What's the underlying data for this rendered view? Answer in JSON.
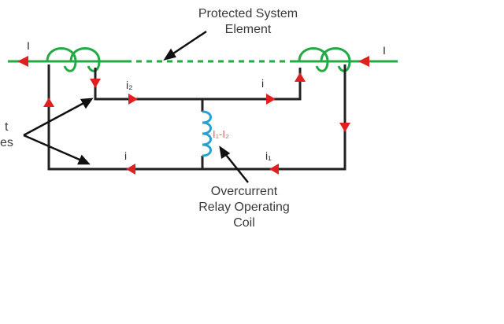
{
  "labels": {
    "protected_line1": "Protected System",
    "protected_line2": "Element",
    "relay_line1": "Overcurrent",
    "relay_line2": "Relay Operating",
    "relay_line3": "Coil",
    "partial_left_line1": "t",
    "partial_left_line2": "es"
  },
  "currents": {
    "line_left": "I",
    "line_right": "I",
    "top_left": "i₂",
    "top_right": "i",
    "bottom_left": "i",
    "bottom_right": "i₁",
    "coil": "I₁-I₂"
  },
  "colors": {
    "line": "#22aa44",
    "wire": "#222222",
    "arrow": "#e02020",
    "coil": "#2aa0d0",
    "pointer": "#111111"
  }
}
